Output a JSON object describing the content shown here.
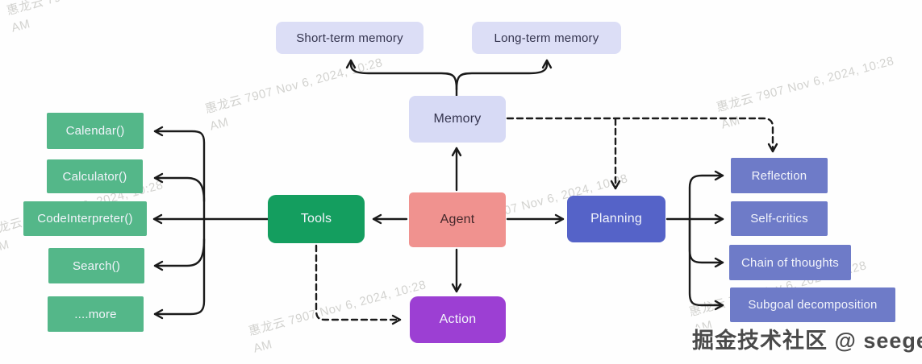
{
  "diagram": {
    "nodes": {
      "short_term_memory": "Short-term memory",
      "long_term_memory": "Long-term memory",
      "memory": "Memory",
      "agent": "Agent",
      "tools": "Tools",
      "planning": "Planning",
      "action": "Action"
    },
    "tool_items": [
      "Calendar()",
      "Calculator()",
      "CodeInterpreter()",
      "Search()",
      "....more"
    ],
    "planning_items": [
      "Reflection",
      "Self-critics",
      "Chain of thoughts",
      "Subgoal decomposition"
    ],
    "colors": {
      "memory_light_box": "#dcdef6",
      "memory_box": "#d7daf5",
      "agent_box": "#f0928f",
      "tools_box": "#149e5f",
      "tool_item_box": "#54b789",
      "planning_box": "#5563c8",
      "planning_item_box": "#6e7bc8",
      "action_box": "#9c3fd3",
      "arrow": "#1a1a1a"
    }
  },
  "watermark": {
    "stamp_line1": "惠龙云 7907 Nov 6, 2024, 10:28",
    "stamp_line2": "AM",
    "credit": "掘金技术社区 @ seeger"
  }
}
